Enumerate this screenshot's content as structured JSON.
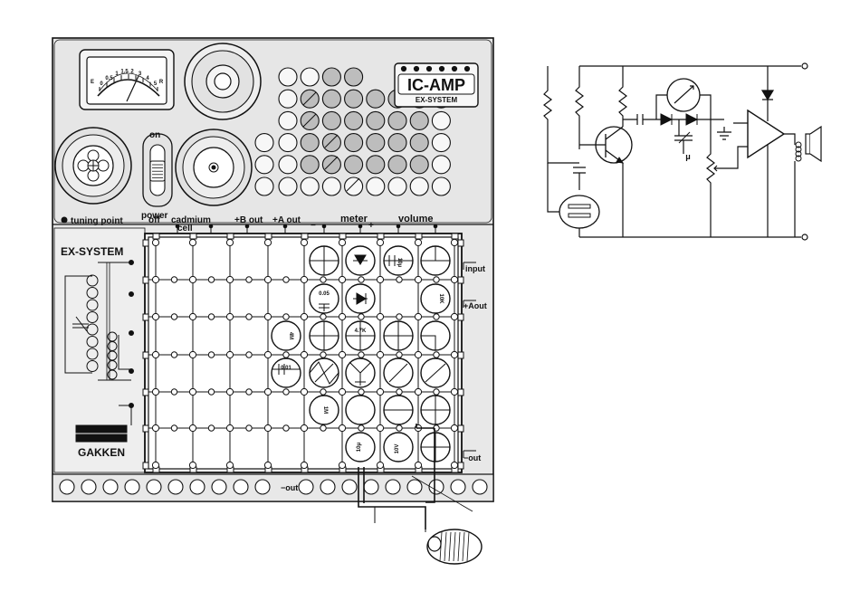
{
  "panel": {
    "meter_scale": [
      "0",
      "0.5",
      "1",
      "1.5",
      "2",
      "3",
      "4",
      "5"
    ],
    "meter_letter_left": "E",
    "meter_letter_right": "R",
    "switch_on": "on",
    "switch_off": "off",
    "switch_power": "power",
    "tuning_point": "tuning point",
    "logo_line1": "IC-AMP",
    "logo_line2": "EX-SYSTEM"
  },
  "terminals": {
    "cadmium_1": "cadmium",
    "cadmium_2": "cell",
    "b_out": "+B out",
    "a_out": "+A out",
    "meter": "meter",
    "meter_minus": "−",
    "meter_plus": "+",
    "volume": "volume",
    "input": "input",
    "aout": "+Aout",
    "out_right": "−out",
    "out_bottom": "−out"
  },
  "board": {
    "brand": "EX-SYSTEM",
    "maker": "GAKKEN"
  },
  "components": {
    "c005": "0.05",
    "c001": "0.01",
    "r47k": "4.7K",
    "r1m": "1M",
    "r10k": "10K",
    "c10u": "10μ",
    "c10u_b": "10μ",
    "r4m": "4M",
    "v10": "10V"
  },
  "schematic": {
    "mu_symbol": "μ"
  }
}
